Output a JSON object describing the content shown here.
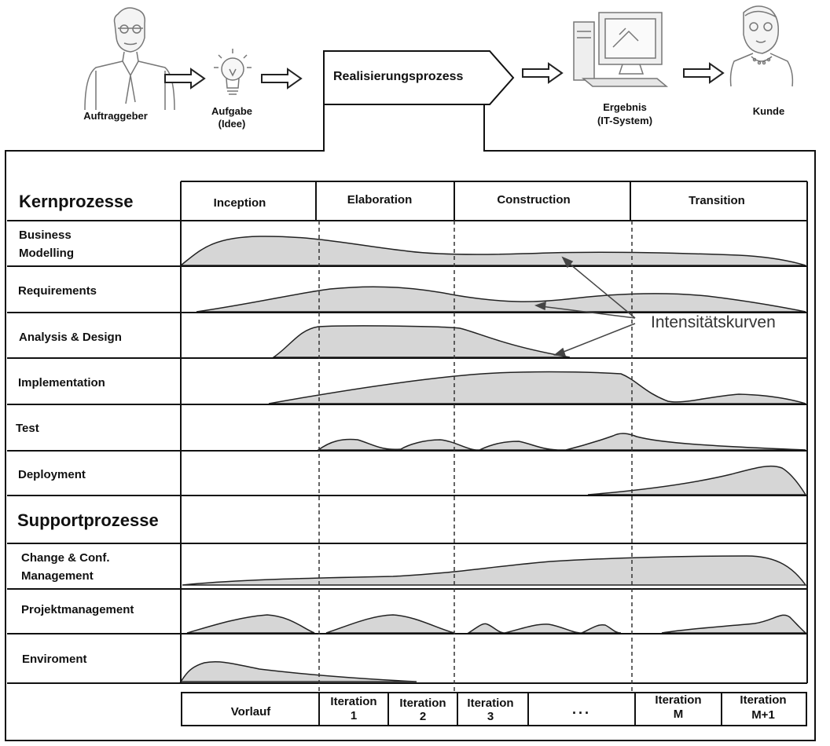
{
  "top_flow": {
    "client_label": "Auftraggeber",
    "task_label": "Aufgabe",
    "task_sub": "(Idee)",
    "process_label": "Realisierungsprozess",
    "result_label": "Ergebnis",
    "result_sub": "(IT-System)",
    "customer_label": "Kunde"
  },
  "sections": {
    "core": "Kernprozesse",
    "support": "Supportprozesse"
  },
  "phases": [
    "Inception",
    "Elaboration",
    "Construction",
    "Transition"
  ],
  "rows": {
    "business_modelling": [
      "Business",
      "Modelling"
    ],
    "requirements": "Requirements",
    "analysis_design": "Analysis & Design",
    "implementation": "Implementation",
    "test": "Test",
    "deployment": "Deployment",
    "change_mgmt": [
      "Change & Conf.",
      "Management"
    ],
    "projektmanagement": "Projektmanagement",
    "enviroment": "Enviroment"
  },
  "annotation": "Intensitätskurven",
  "iterations": [
    {
      "l1": "Vorlauf",
      "l2": ""
    },
    {
      "l1": "Iteration",
      "l2": "1"
    },
    {
      "l1": "Iteration",
      "l2": "2"
    },
    {
      "l1": "Iteration",
      "l2": "3"
    },
    {
      "l1": "...",
      "l2": ""
    },
    {
      "l1": "Iteration",
      "l2": "M"
    },
    {
      "l1": "Iteration",
      "l2": "M+1"
    }
  ],
  "colors": {
    "curve_fill": "#d6d6d6",
    "stroke": "#1a1a1a",
    "figure_stroke": "#777777"
  }
}
